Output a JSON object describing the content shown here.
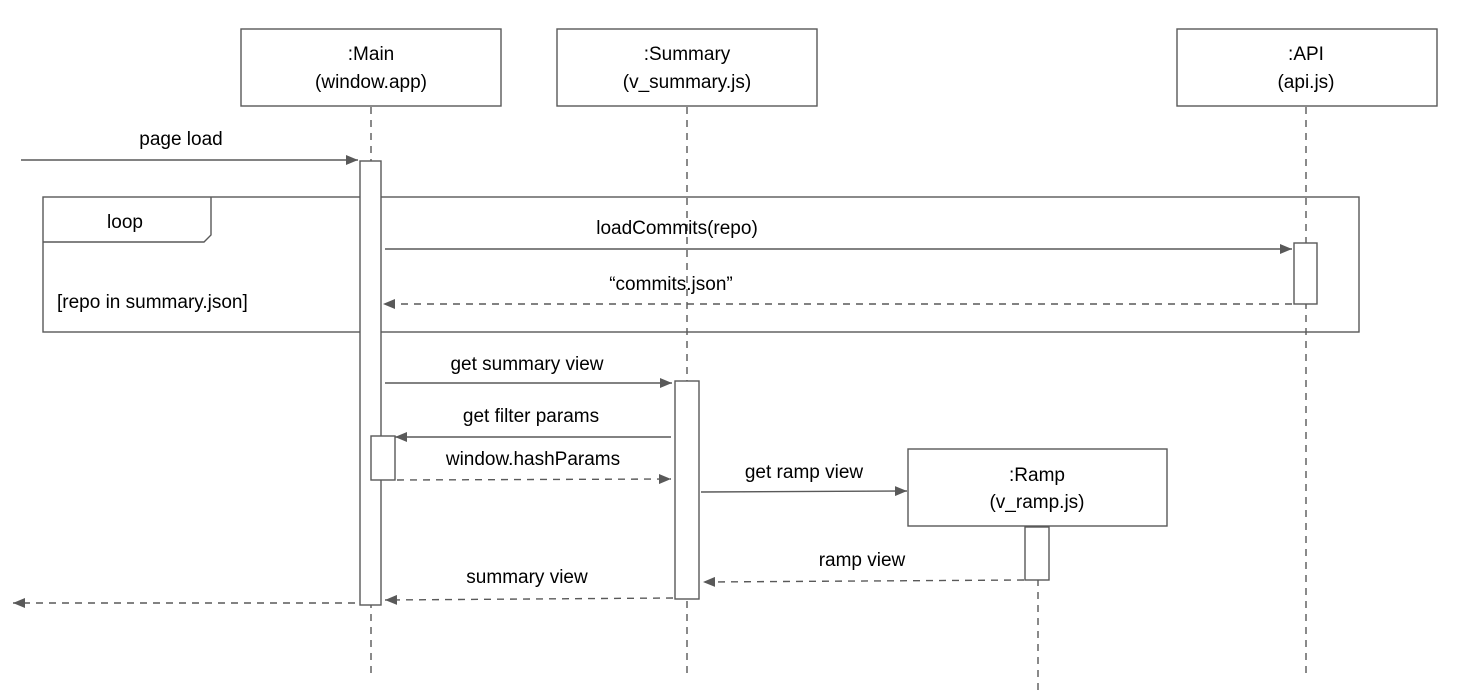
{
  "participants": {
    "main": {
      "name": ":Main",
      "file": "(window.app)"
    },
    "summary": {
      "name": ":Summary",
      "file": "(v_summary.js)"
    },
    "api": {
      "name": ":API",
      "file": "(api.js)"
    },
    "ramp": {
      "name": ":Ramp",
      "file": "(v_ramp.js)"
    }
  },
  "fragment": {
    "operator": "loop",
    "guard": "[repo in summary.json]"
  },
  "messages": {
    "page_load": "page load",
    "load_commits": "loadCommits(repo)",
    "commits_json": "“commits.json”",
    "get_summary_view": "get summary view",
    "get_filter_params": "get filter params",
    "window_hash_params": "window.hashParams",
    "get_ramp_view": "get ramp view",
    "ramp_view": "ramp view",
    "summary_view": "summary view"
  },
  "colors": {
    "line": "#595959",
    "text": "#000000",
    "background": "#ffffff"
  }
}
